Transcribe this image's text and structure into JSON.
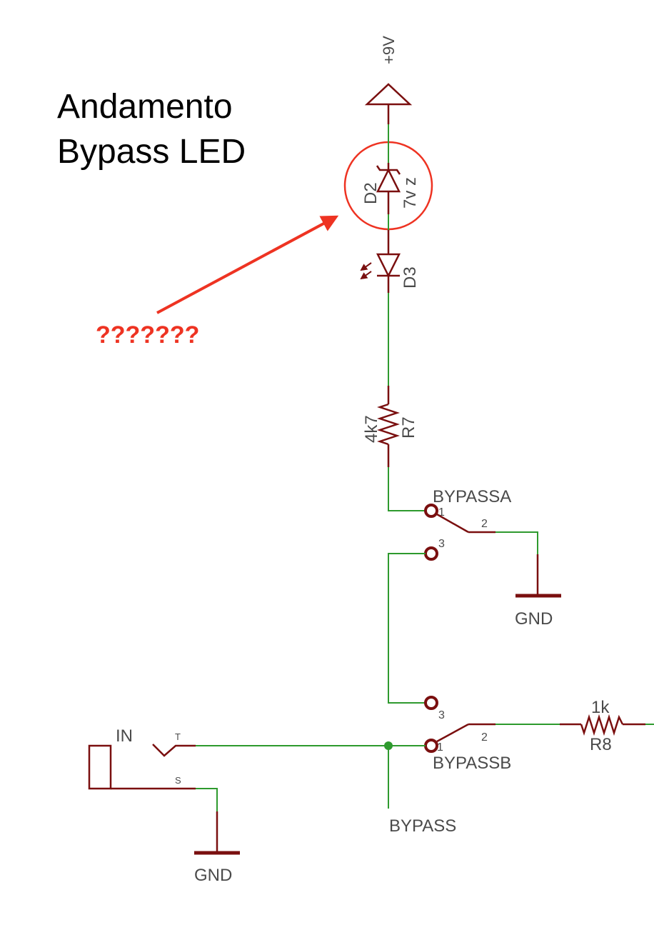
{
  "annotation": {
    "title_line1": "Andamento",
    "title_line2": "Bypass LED",
    "question": "???????",
    "highlight_color": "#ee3322"
  },
  "components": {
    "power": {
      "label": "+9V"
    },
    "d2": {
      "name": "D2",
      "value": "7v z"
    },
    "d3": {
      "name": "D3"
    },
    "r7": {
      "name": "R7",
      "value": "4k7"
    },
    "r8": {
      "name": "R8",
      "value": "1k"
    },
    "switch_a": {
      "name": "BYPASSA",
      "pin1": "1",
      "pin2": "2",
      "pin3": "3"
    },
    "switch_b": {
      "name": "BYPASSB",
      "pin1": "1",
      "pin2": "2",
      "pin3": "3"
    },
    "gnd_right": {
      "label": "GND"
    },
    "gnd_left": {
      "label": "GND"
    },
    "jack": {
      "name": "IN",
      "tip": "T",
      "sleeve": "S"
    },
    "net_bypass": {
      "label": "BYPASS"
    }
  },
  "colors": {
    "wire": "#2e9a2e",
    "component": "#7a0f0f",
    "label": "#4a4a4a"
  }
}
